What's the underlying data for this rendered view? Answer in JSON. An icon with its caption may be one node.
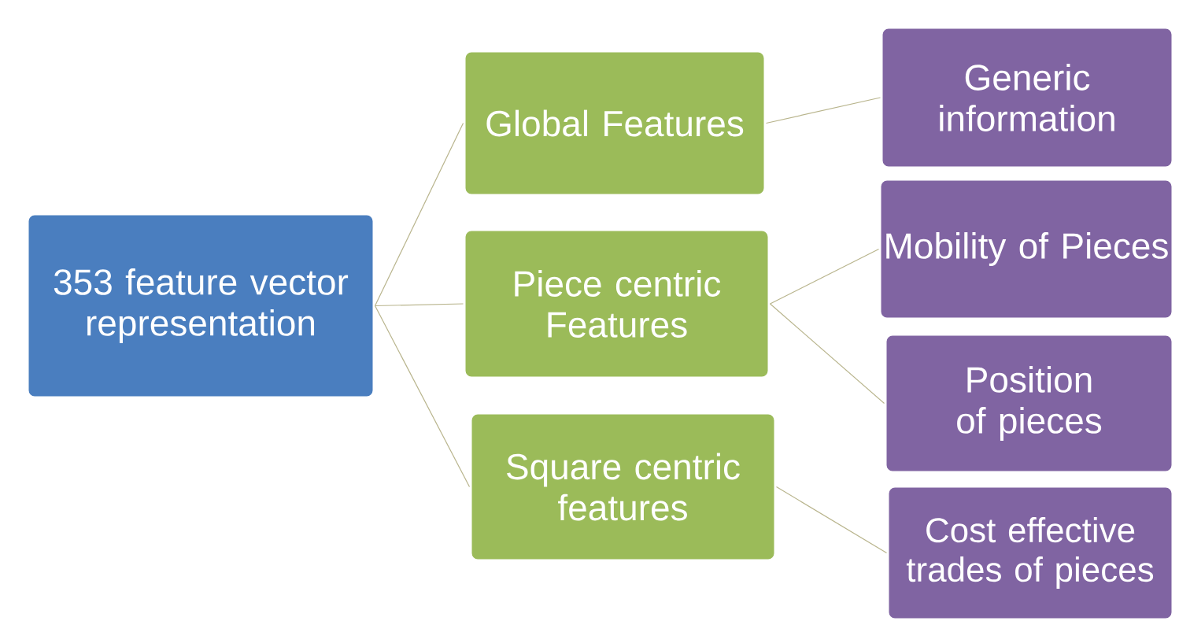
{
  "diagram": {
    "nodes": [
      {
        "text": [
          "353 feature vector representation"
        ]
      },
      {
        "text": [
          "Global Features"
        ]
      },
      {
        "text": [
          "Piece centric Features"
        ]
      },
      {
        "text": [
          "Square centric features"
        ]
      },
      {
        "text": [
          "Generic information"
        ]
      },
      {
        "text": [
          "Mobility of Pieces"
        ]
      },
      {
        "text": [
          "Position of pieces"
        ]
      },
      {
        "text": [
          "Cost effective trades of pieces"
        ]
      }
    ],
    "edges": [
      {
        "from": 0,
        "to": 1,
        "arrow": "none"
      },
      {
        "from": 0,
        "to": 2,
        "arrow": "none"
      },
      {
        "from": 0,
        "to": 3,
        "arrow": "none"
      },
      {
        "from": 1,
        "to": 4,
        "arrow": "none"
      },
      {
        "from": 2,
        "to": 5,
        "arrow": "none"
      },
      {
        "from": 2,
        "to": 6,
        "arrow": "none"
      },
      {
        "from": 3,
        "to": 7,
        "arrow": "none"
      }
    ]
  }
}
